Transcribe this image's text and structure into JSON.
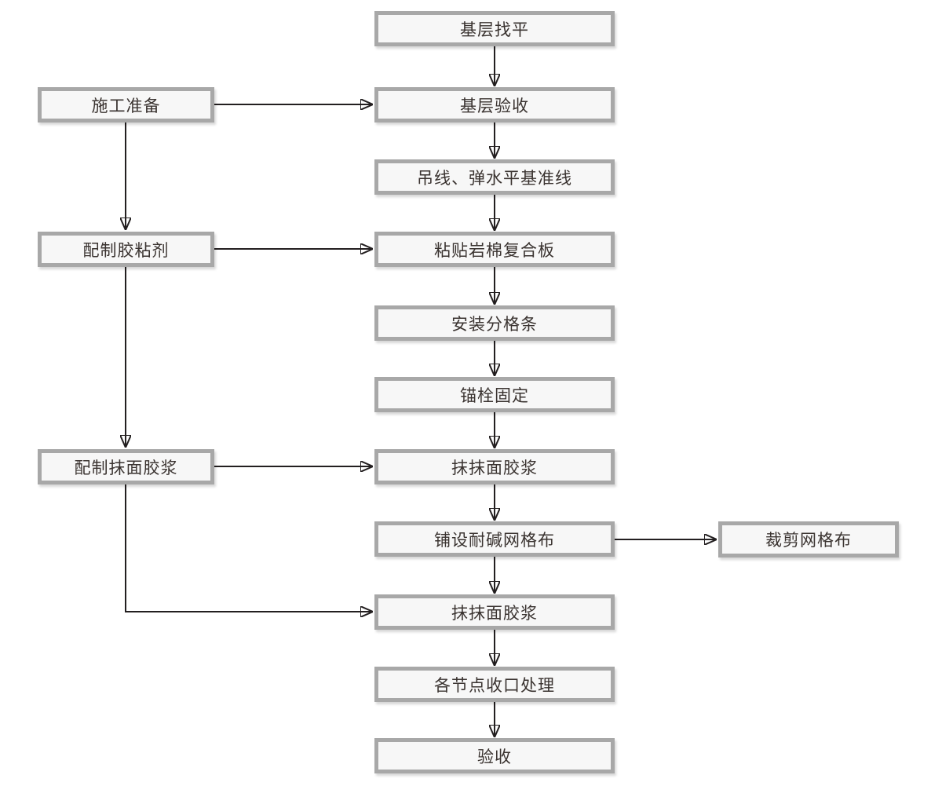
{
  "flowchart": {
    "description": "Construction process flowchart (rock wool composite board external insulation)",
    "colors": {
      "background": "#ffffff",
      "box_fill": "#f7f7f7",
      "box_border": "#a8a8a8",
      "arrow": "#231f20",
      "text": "#3a3330"
    },
    "main_flow": [
      {
        "id": "base-leveling",
        "label": "基层找平"
      },
      {
        "id": "base-acceptance",
        "label": "基层验收"
      },
      {
        "id": "hang-line-datum",
        "label": "吊线、弹水平基准线"
      },
      {
        "id": "paste-rockwool-panel",
        "label": "粘贴岩棉复合板"
      },
      {
        "id": "install-divider-strips",
        "label": "安装分格条"
      },
      {
        "id": "anchor-bolt-fixing",
        "label": "锚栓固定"
      },
      {
        "id": "apply-surface-mortar-1",
        "label": "抹抹面胶浆"
      },
      {
        "id": "lay-alkali-resistant-mesh",
        "label": "铺设耐碱网格布"
      },
      {
        "id": "apply-surface-mortar-2",
        "label": "抹抹面胶浆"
      },
      {
        "id": "joint-closing-treatment",
        "label": "各节点收口处理"
      },
      {
        "id": "final-acceptance",
        "label": "验收"
      }
    ],
    "prep_flow": [
      {
        "id": "construction-preparation",
        "label": "施工准备"
      },
      {
        "id": "prepare-adhesive",
        "label": "配制胶粘剂"
      },
      {
        "id": "prepare-surface-mortar",
        "label": "配制抹面胶浆"
      }
    ],
    "aux_flow": [
      {
        "id": "cut-mesh-cloth",
        "label": "裁剪网格布"
      }
    ],
    "edges": [
      {
        "from": "base-leveling",
        "to": "base-acceptance"
      },
      {
        "from": "base-acceptance",
        "to": "hang-line-datum"
      },
      {
        "from": "hang-line-datum",
        "to": "paste-rockwool-panel"
      },
      {
        "from": "paste-rockwool-panel",
        "to": "install-divider-strips"
      },
      {
        "from": "install-divider-strips",
        "to": "anchor-bolt-fixing"
      },
      {
        "from": "anchor-bolt-fixing",
        "to": "apply-surface-mortar-1"
      },
      {
        "from": "apply-surface-mortar-1",
        "to": "lay-alkali-resistant-mesh"
      },
      {
        "from": "lay-alkali-resistant-mesh",
        "to": "apply-surface-mortar-2"
      },
      {
        "from": "apply-surface-mortar-2",
        "to": "joint-closing-treatment"
      },
      {
        "from": "joint-closing-treatment",
        "to": "final-acceptance"
      },
      {
        "from": "construction-preparation",
        "to": "base-acceptance"
      },
      {
        "from": "construction-preparation",
        "to": "prepare-adhesive"
      },
      {
        "from": "prepare-adhesive",
        "to": "paste-rockwool-panel"
      },
      {
        "from": "prepare-adhesive",
        "to": "prepare-surface-mortar"
      },
      {
        "from": "prepare-surface-mortar",
        "to": "apply-surface-mortar-1"
      },
      {
        "from": "prepare-surface-mortar",
        "to": "apply-surface-mortar-2"
      },
      {
        "from": "lay-alkali-resistant-mesh",
        "to": "cut-mesh-cloth"
      }
    ]
  }
}
